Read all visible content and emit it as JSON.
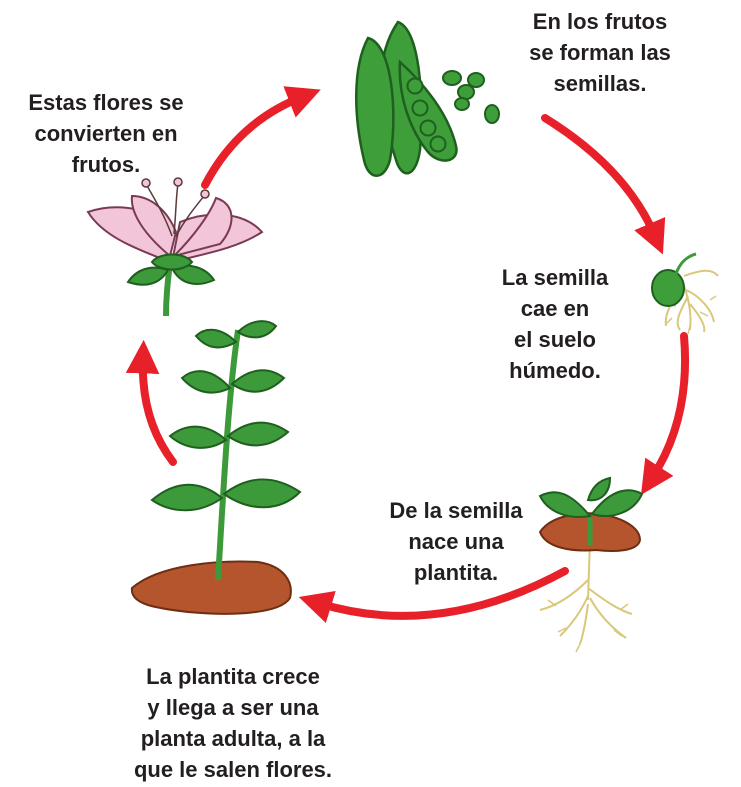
{
  "stages": [
    {
      "id": "seeds-form",
      "lines": [
        "En los frutos",
        "se forman las",
        "semillas."
      ]
    },
    {
      "id": "seed-falls",
      "lines": [
        "La semilla",
        "cae en",
        "el suelo",
        "húmedo."
      ]
    },
    {
      "id": "sprout",
      "lines": [
        "De la semilla",
        "nace una",
        "plantita."
      ]
    },
    {
      "id": "plant-grows",
      "lines": [
        "La plantita crece",
        "y llega a ser una",
        "planta adulta, a la",
        "que le salen flores."
      ]
    },
    {
      "id": "flowers-to-fruit",
      "lines": [
        "Estas flores se",
        "convierten en",
        "frutos."
      ]
    }
  ],
  "colors": {
    "arrow": "#e8202a",
    "pod": "#3e9e3a",
    "leaf": "#3d9a3a",
    "leaf_dark": "#1f5f1f",
    "soil": "#b5552e",
    "petal": "#f2c6d8",
    "root": "#d9c77a",
    "text": "#231f20"
  }
}
